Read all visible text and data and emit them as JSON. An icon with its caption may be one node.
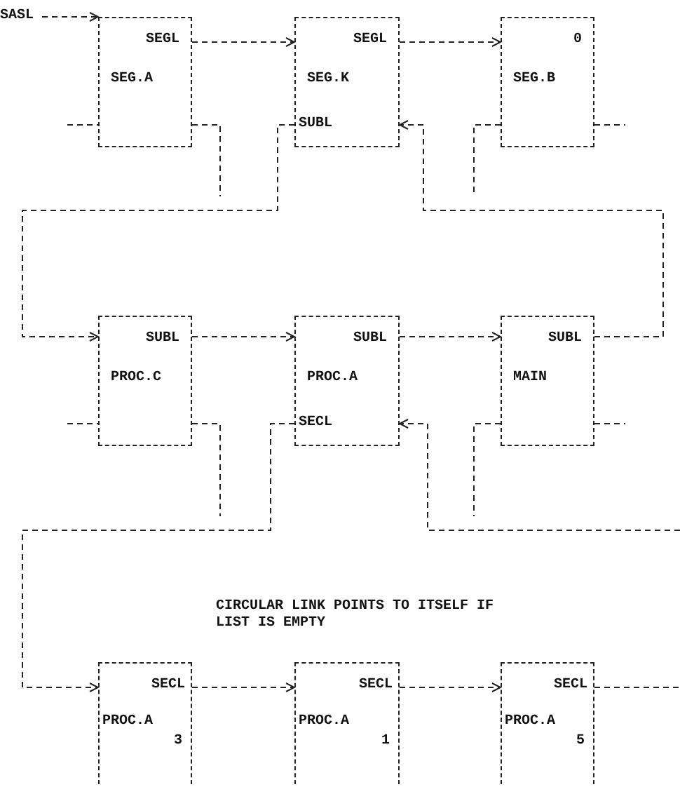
{
  "diagram": {
    "nodes": [
      {
        "text": [
          "SASL"
        ]
      },
      {
        "text": [
          "SEGL",
          "SEG.A"
        ]
      },
      {
        "text": [
          "SEGL",
          "SEG.K",
          "SUBL"
        ]
      },
      {
        "text": [
          "0",
          "SEG.B"
        ]
      },
      {
        "text": [
          "SUBL",
          "PROC.C"
        ]
      },
      {
        "text": [
          "SUBL",
          "PROC.A",
          "SECL"
        ]
      },
      {
        "text": [
          "SUBL",
          "MAIN"
        ]
      },
      {
        "text": [
          "SECL",
          "PROC.A",
          "3"
        ]
      },
      {
        "text": [
          "SECL",
          "PROC.A",
          "1"
        ]
      },
      {
        "text": [
          "SECL",
          "PROC.A",
          "5"
        ]
      }
    ],
    "edges": [
      {
        "from": 0,
        "to": 1,
        "arrow": "to",
        "style": "dashed"
      },
      {
        "from": 1,
        "to": 2,
        "arrow": "to",
        "style": "dashed"
      },
      {
        "from": 2,
        "to": 3,
        "arrow": "to",
        "style": "dashed"
      },
      {
        "from": 6,
        "to": 2,
        "arrow": "to",
        "style": "dashed"
      },
      {
        "from": 2,
        "to": 4,
        "arrow": "to",
        "style": "dashed"
      },
      {
        "from": 4,
        "to": 5,
        "arrow": "to",
        "style": "dashed"
      },
      {
        "from": 5,
        "to": 6,
        "arrow": "to",
        "style": "dashed"
      },
      {
        "from": 5,
        "to": 7,
        "arrow": "to",
        "style": "dashed"
      },
      {
        "from": 9,
        "to": null,
        "arrow": "none",
        "style": "dashed"
      },
      {
        "from": null,
        "to": 5,
        "arrow": "to",
        "style": "dashed"
      },
      {
        "from": 7,
        "to": 8,
        "arrow": "to",
        "style": "dashed"
      },
      {
        "from": 8,
        "to": 9,
        "arrow": "to",
        "style": "dashed"
      }
    ],
    "labels": [
      "CIRCULAR LINK POINTS TO ITSELF IF LIST IS EMPTY"
    ]
  }
}
